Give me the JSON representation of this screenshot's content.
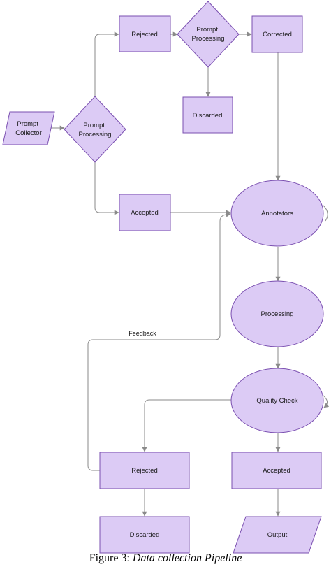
{
  "colors": {
    "node_fill": "#dccbf5",
    "node_stroke": "#7a4fb0",
    "edge": "#8a8a8a"
  },
  "nodes": {
    "prompt_collector": [
      "Prompt",
      "Collector"
    ],
    "prompt_processing_1": [
      "Prompt",
      "Processing"
    ],
    "rejected_top": [
      "Rejected"
    ],
    "prompt_processing_2": [
      "Prompt",
      "Processing"
    ],
    "corrected": [
      "Corrected"
    ],
    "discarded_top": [
      "Discarded"
    ],
    "accepted_top": [
      "Accepted"
    ],
    "annotators": [
      "Annotators"
    ],
    "processing": [
      "Processing"
    ],
    "quality_check": [
      "Quality Check"
    ],
    "rejected_bottom": [
      "Rejected"
    ],
    "accepted_bottom": [
      "Accepted"
    ],
    "discarded_bottom": [
      "Discarded"
    ],
    "output": [
      "Output"
    ]
  },
  "edge_labels": {
    "feedback": "Feedback"
  },
  "caption": {
    "prefix": "Figure 3: ",
    "title": "Data collection Pipeline"
  }
}
